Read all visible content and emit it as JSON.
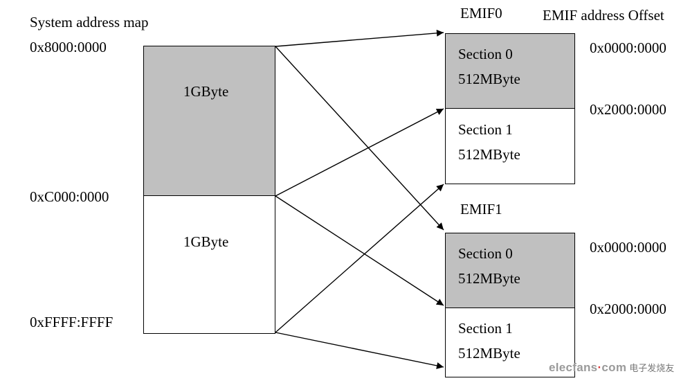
{
  "system_map": {
    "title": "System address map",
    "addresses": {
      "start": "0x8000:0000",
      "mid": "0xC000:0000",
      "end": "0xFFFF:FFFF"
    },
    "blocks": [
      {
        "size": "1GByte",
        "fill": "#c0c0c0"
      },
      {
        "size": "1GByte",
        "fill": "#ffffff"
      }
    ]
  },
  "offset_header": "EMIF address Offset",
  "emifs": [
    {
      "name": "EMIF0",
      "sections": [
        {
          "name": "Section 0",
          "size": "512MByte",
          "offset": "0x0000:0000",
          "fill": "#c0c0c0"
        },
        {
          "name": "Section 1",
          "size": "512MByte",
          "offset": "0x2000:0000",
          "fill": "#ffffff"
        }
      ]
    },
    {
      "name": "EMIF1",
      "sections": [
        {
          "name": "Section 0",
          "size": "512MByte",
          "offset": "0x0000:0000",
          "fill": "#c0c0c0"
        },
        {
          "name": "Section 1",
          "size": "512MByte",
          "offset": "0x2000:0000",
          "fill": "#ffffff"
        }
      ]
    }
  ],
  "watermark": {
    "brand_prefix": "elecfans",
    "dot": "·",
    "brand_suffix": "com",
    "cn": "电子发烧友"
  }
}
